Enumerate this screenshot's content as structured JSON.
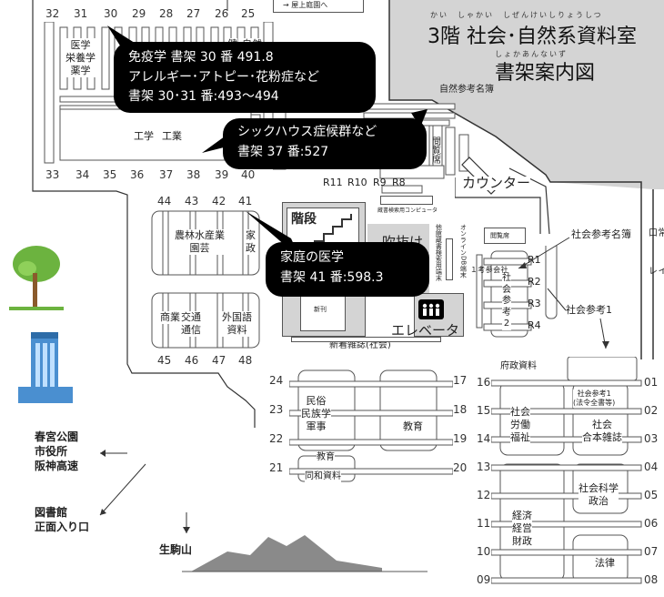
{
  "header": {
    "floor_title": "3階 社会･自然系資料室",
    "floor_ruby": "かい　しゃかい　しぜんけいしりょうしつ",
    "subtitle": "書架案内図",
    "subtitle_ruby": "しょかあんないず",
    "roof_link": "→ 屋上庭園へ"
  },
  "top_shelf_numbers": [
    "32",
    "31",
    "30",
    "29",
    "28",
    "27",
    "26",
    "25"
  ],
  "left_row_numbers": [
    "33",
    "34",
    "35",
    "36",
    "37",
    "38",
    "39",
    "40"
  ],
  "shelf_labels": {
    "medicine_group": "医学\n栄養学\n薬学",
    "engineering": "工学",
    "industry": "工業",
    "health": "健",
    "nature": "自然"
  },
  "middle_numbers_top": [
    "44",
    "43",
    "42",
    "41"
  ],
  "middle_numbers_bottom": [
    "45",
    "46",
    "47",
    "48"
  ],
  "middle_labels": {
    "agri": "農林水産業\n園芸",
    "family": "家\n政",
    "commerce": "商業",
    "transport": "交通\n通信",
    "foreign": "外国語\n資料"
  },
  "callouts": {
    "immunology": [
      "免疫学 書架 30 番 491.8",
      "アレルギー･アトピー･花粉症など",
      "書架 30･31 番:493～494"
    ],
    "sick_house": [
      "シックハウス症候群など",
      "書架 37 番:527"
    ],
    "home_medicine": [
      "家庭の医学",
      "書架 41 番:598.3"
    ]
  },
  "facilities": {
    "stairs": "階段",
    "atrium": "吹抜け",
    "elevator": "エレベータ",
    "new_books": "新刊",
    "new_magazines": "新着雑誌(社会)",
    "counter": "カウンター",
    "reading_seat": "閲覧席",
    "reading_seat_2": "閲覧席",
    "nature_ref": "自然参考名簿",
    "social_ref_directory": "社会参考名簿",
    "social_ref1": "社会参考1",
    "social_ref2": "社\n会\n参\n考\n2",
    "social_ref_small": "社\n会\n参\n考\n１",
    "search_pc": "蔵書検索用コンピュータ",
    "online_db": "オンラインDB端末",
    "other_terminals": "他館蔵書検索用端末",
    "emergency_exit": "非\n常\n口",
    "toilet": "ト\nイ\nレ",
    "gov_material": "府政資料"
  },
  "r_shelves": [
    "R11",
    "R10",
    "R9",
    "R8"
  ],
  "r_side": [
    "R1",
    "R2",
    "R3",
    "R4"
  ],
  "lower_left_numbers": [
    "24",
    "23",
    "22",
    "21"
  ],
  "lower_mid_numbers": [
    "17",
    "18",
    "19",
    "20"
  ],
  "lower_labels": {
    "folk": "民俗\n民族学\n軍事",
    "education": "教育",
    "education2": "教育",
    "dowa": "同和資料"
  },
  "right_inner_numbers": [
    "16",
    "15",
    "14",
    "13",
    "12",
    "11",
    "10",
    "09"
  ],
  "right_outer_numbers": [
    "01",
    "02",
    "03",
    "04",
    "05",
    "06",
    "07",
    "08"
  ],
  "right_labels": {
    "social_labor": "社会\n労働\n福祉",
    "economy": "経済\n経営\n財政",
    "ref1_box": "社会参考1\n(法令全書等)",
    "social_magazine": "社会\n合本雑誌",
    "social_science": "社会科学\n政治",
    "law": "法律"
  },
  "outside": {
    "park": "春宮公園\n市役所\n阪神高速",
    "entrance": "図書館\n正面入り口",
    "mountain": "生駒山"
  },
  "colors": {
    "wall_gray": "#d4d4d4",
    "callout": "#000000",
    "building_blue": "#4a8fd0",
    "tree_green": "#6cb33f",
    "mountain_gray": "#8a8a8a"
  }
}
